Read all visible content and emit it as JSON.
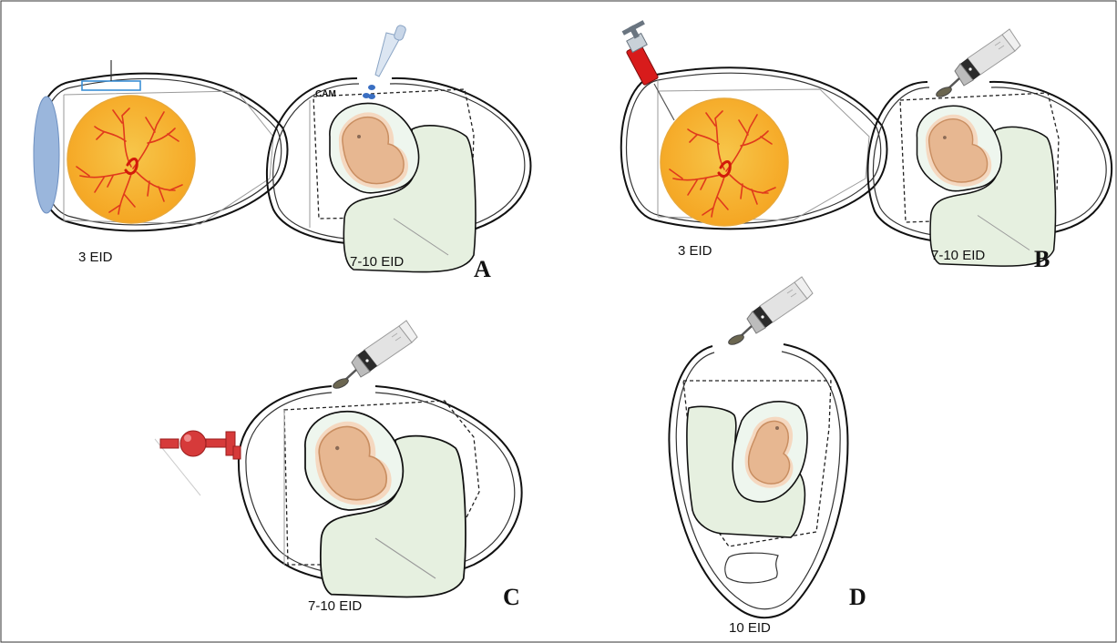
{
  "panels": {
    "a": {
      "left_caption": "3 EID",
      "right_caption": "7-10 EID",
      "cam_label": "CAM",
      "letter": "A"
    },
    "b": {
      "left_caption": "3 EID",
      "right_caption": "7-10 EID",
      "letter": "B"
    },
    "c": {
      "caption": "7-10 EID",
      "letter": "C"
    },
    "d": {
      "caption": "10 EID",
      "letter": "D"
    }
  },
  "colors": {
    "yolk": "#f9b72c",
    "vessel": "#e03a1c",
    "air_cell": "#9ab6dc",
    "chorioallantoic": "#e6f0e0",
    "embryo": "#e7b791",
    "syringe_barrel": "#d81b1b",
    "bulb": "#d63a3a"
  },
  "icons": [
    "pipette-icon",
    "syringe-icon",
    "drill-icon",
    "rubber-bulb-icon"
  ]
}
